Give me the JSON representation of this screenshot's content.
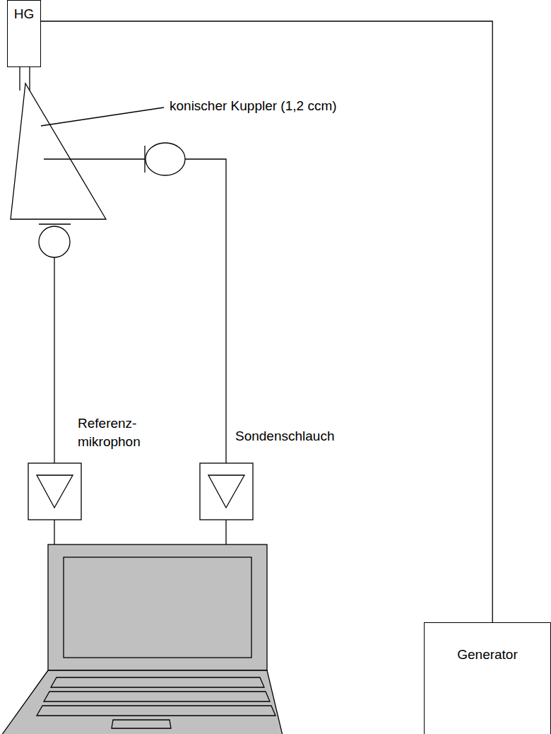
{
  "diagram": {
    "nodes": [
      {
        "text": [
          "HG"
        ]
      },
      {
        "text": [
          "Generator"
        ]
      }
    ],
    "edges": [
      {
        "from": 0,
        "to": 1,
        "arrow": "none"
      }
    ],
    "labels": [
      "konischer Kuppler (1,2 ccm)",
      "Referenz- mikrophon",
      "Sondenschlauch"
    ]
  }
}
